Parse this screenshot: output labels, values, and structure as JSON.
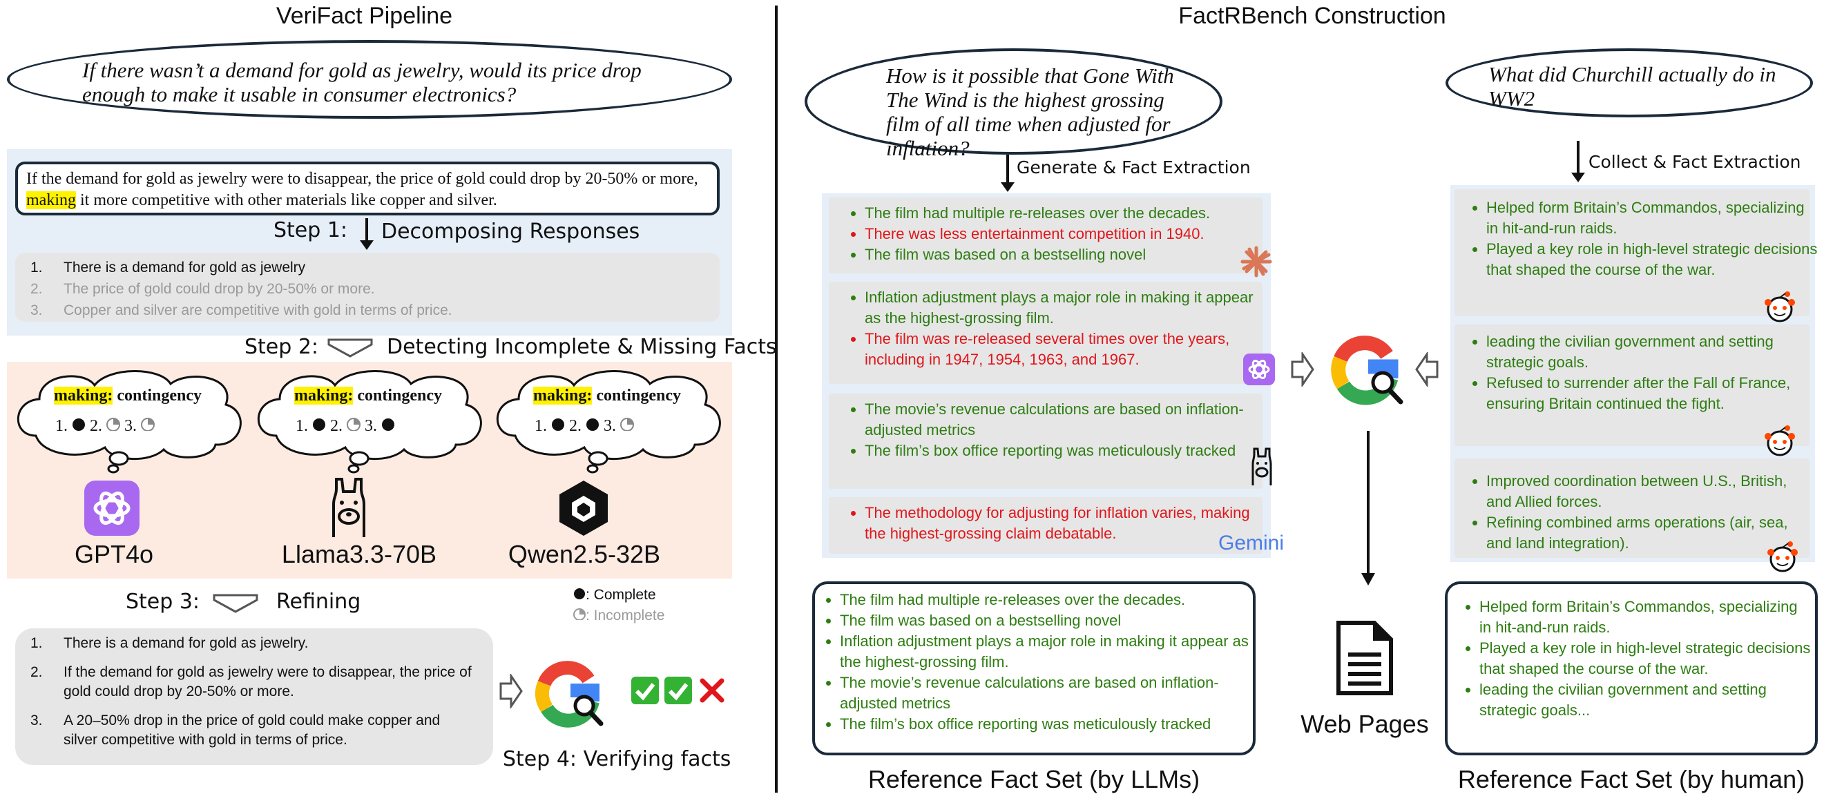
{
  "left": {
    "title": "VeriFact Pipeline",
    "question": "If there wasn’t a demand for gold as jewelry, would its price drop enough to make it usable in consumer electronics?",
    "response_pre": "If the demand for gold as jewelry were to disappear, the price of gold could drop by 20-50% or more, ",
    "response_highlight": "making",
    "response_post": " it more competitive with other materials like copper and silver.",
    "step1_label": "Step 1:",
    "step1_text": "Decomposing Responses",
    "facts": [
      {
        "num": "1.",
        "text": "There is a demand for gold as jewelry"
      },
      {
        "num": "2.",
        "text": "The price of gold could drop by 20-50% or more."
      },
      {
        "num": "3.",
        "text": "Copper and silver are competitive with gold in terms of price."
      }
    ],
    "step2_label": "Step 2:",
    "step2_text": "Detecting Incomplete & Missing Facts",
    "clouds": [
      {
        "highlight": "making:",
        "word": " contingency",
        "marks": [
          "1.",
          "2.",
          "3."
        ],
        "model": "GPT4o"
      },
      {
        "highlight": "making:",
        "word": " contingency",
        "marks": [
          "1.",
          "2.",
          "3."
        ],
        "model": "Llama3.3-70B"
      },
      {
        "highlight": "making:",
        "word": " contingency",
        "marks": [
          "1.",
          "2.",
          "3."
        ],
        "model": "Qwen2.5-32B"
      }
    ],
    "step3_label": "Step 3:",
    "step3_text": "Refining",
    "legend_complete": ": Complete",
    "legend_incomplete": ": Incomplete",
    "refined": [
      {
        "num": "1.",
        "text": "There is a demand for gold as jewelry."
      },
      {
        "num": "2.",
        "text": "If the demand for gold as jewelry were to disappear, the price of gold could drop by 20-50% or more."
      },
      {
        "num": "3.",
        "text": "A 20–50% drop in the price of gold could make copper and silver competitive with gold in terms of price."
      }
    ],
    "step4_text": "Step 4: Verifying facts"
  },
  "right": {
    "title": "FactRBench Construction",
    "question_llm": "How is it possible that Gone With The Wind is the highest grossing film of all time when adjusted for inflation?",
    "question_human": "What did Churchill actually do in WW2",
    "generate_label": "Generate & Fact Extraction",
    "collect_label": "Collect & Fact Extraction",
    "llm_groups": [
      [
        {
          "text": "The film had multiple re-releases over the decades.",
          "color": "green"
        },
        {
          "text": "There was less entertainment competition in 1940.",
          "color": "red"
        },
        {
          "text": "The film was based on a bestselling novel",
          "color": "green"
        }
      ],
      [
        {
          "text": "Inflation adjustment plays a major role in making it appear as the highest-grossing film.",
          "color": "green"
        },
        {
          "text": "The film was re-released several times over the years, including in 1947, 1954, 1963, and 1967.",
          "color": "red"
        }
      ],
      [
        {
          "text": "The movie’s revenue calculations are based on inflation-adjusted metrics",
          "color": "green"
        },
        {
          "text": "The film’s box office reporting was meticulously tracked",
          "color": "green"
        }
      ],
      [
        {
          "text": "The methodology for adjusting for inflation varies, making the highest-grossing claim debatable.",
          "color": "red"
        }
      ]
    ],
    "gemini_label": "Gemini",
    "human_groups": [
      [
        "Helped form Britain’s Commandos, specializing in hit-and-run raids.",
        "Played a key role in high-level strategic decisions that shaped the course of the war."
      ],
      [
        "leading the civilian government and setting strategic goals.",
        "Refused to surrender after the Fall of France, ensuring Britain continued the fight."
      ],
      [
        "Improved coordination between U.S., British, and Allied forces.",
        "Refining combined arms operations (air, sea, and land integration)."
      ]
    ],
    "web_pages_label": "Web Pages",
    "ref_llm": [
      "The film had multiple re-releases over the decades.",
      "The film was based on a bestselling novel",
      "Inflation adjustment plays a major role in making it appear as the highest-grossing film.",
      "The movie’s revenue calculations are based on inflation-adjusted metrics",
      "The film’s box office reporting was meticulously tracked"
    ],
    "ref_human": [
      "Helped form Britain’s Commandos, specializing in hit-and-run raids.",
      "Played a key role in high-level strategic decisions that shaped the course of the war.",
      "leading the civilian government and setting strategic goals..."
    ],
    "ref_llm_caption": "Reference Fact Set (by LLMs)",
    "ref_human_caption": "Reference Fact Set (by human)"
  },
  "colors": {
    "green": "#2e7d12",
    "red": "#e0161b",
    "highlight": "#fff200",
    "outline": "#1b2a3a",
    "panel_blue": "#e6eef8",
    "panel_peach": "#fdebe2"
  },
  "icons": [
    "openai-icon",
    "llama-icon",
    "qwen-icon",
    "google-search-icon",
    "claude-icon",
    "reddit-icon",
    "document-icon",
    "check-icon",
    "cross-icon"
  ]
}
